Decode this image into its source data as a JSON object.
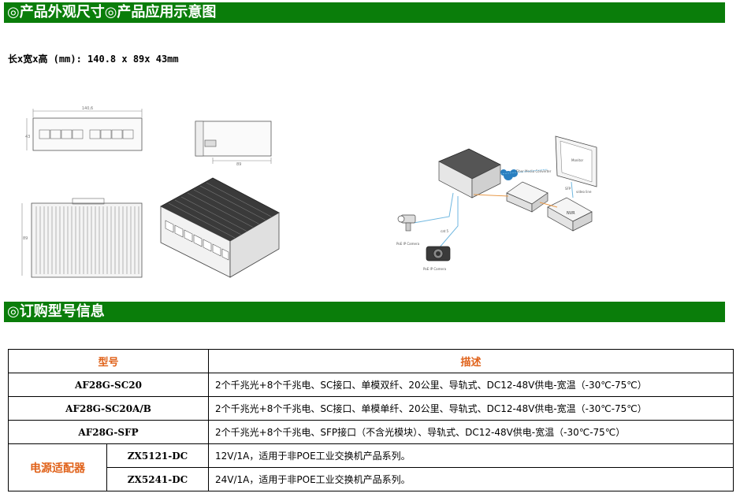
{
  "section1": {
    "title": "◎产品外观尺寸◎产品应用示意图"
  },
  "dimensions": "长x宽x高 (mm): 140.8 x 89x 43mm",
  "drawings": {
    "front_width": "140,6",
    "front_height": "43",
    "side_depth": "89",
    "top_depth": "89"
  },
  "application": {
    "monitor_label": "Monitor",
    "nvr_label": "NVR",
    "converter_label": "Fiber Media Converter",
    "fiber_label": "SFP",
    "cable_label_1": "cat 5",
    "cable_label_2": "video line",
    "camera1_label": "PoE IP Camera",
    "camera2_label": "PoE IP Camera"
  },
  "section2": {
    "title": "◎订购型号信息"
  },
  "order_table": {
    "headers": [
      "型号",
      "描述"
    ],
    "rows": [
      {
        "model": "AF28G-SC20",
        "desc": "2个千兆光+8个千兆电、SC接口、单模双纤、20公里、导轨式、DC12-48V供电-宽温（-30℃-75℃）"
      },
      {
        "model": "AF28G-SC20A/B",
        "desc": "2个千兆光+8个千兆电、SC接口、单模单纤、20公里、导轨式、DC12-48V供电-宽温（-30℃-75℃）"
      },
      {
        "model": "AF28G-SFP",
        "desc": "2个千兆光+8个千兆电、SFP接口（不含光模块）、导轨式、DC12-48V供电-宽温（-30℃-75℃）"
      }
    ],
    "power_label": "电源适配器",
    "power_rows": [
      {
        "model": "ZX5121-DC",
        "desc": "12V/1A，适用于非POE工业交换机产品系列。"
      },
      {
        "model": "ZX5241-DC",
        "desc": "24V/1A，适用于非POE工业交换机产品系列。"
      }
    ]
  }
}
